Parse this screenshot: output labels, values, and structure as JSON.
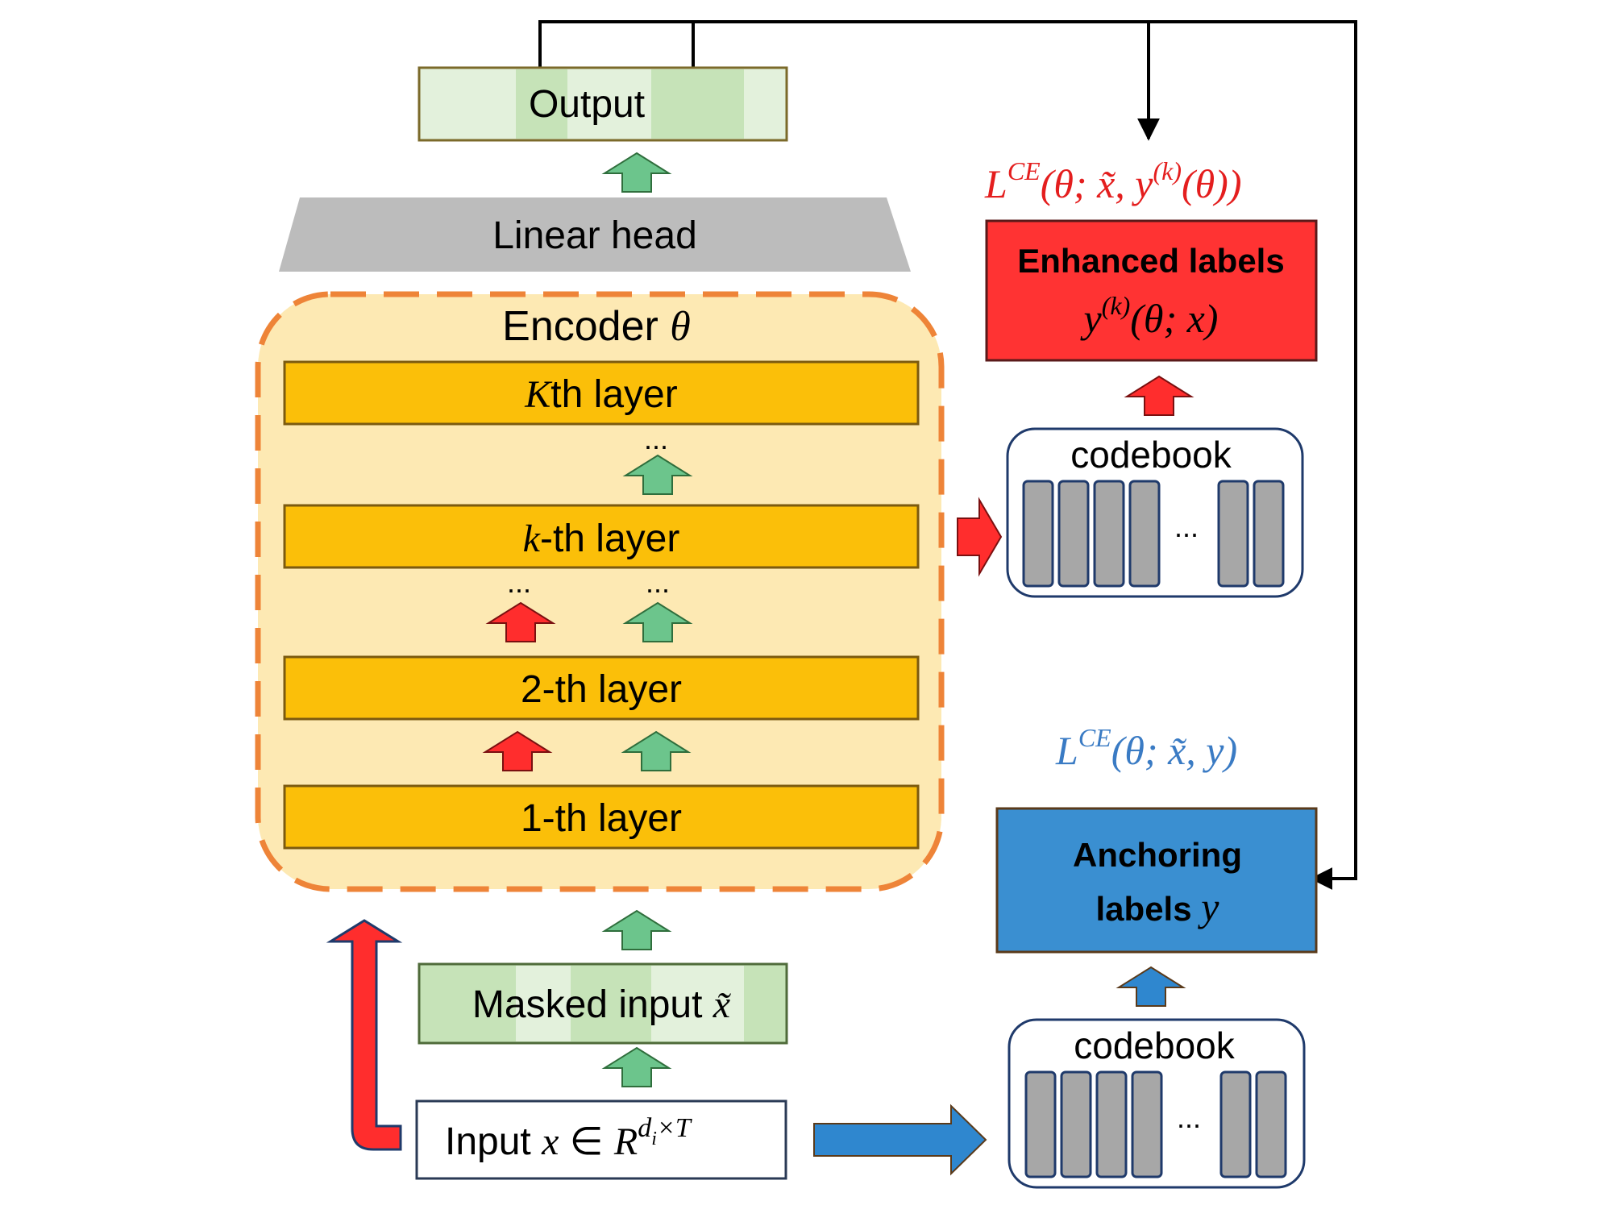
{
  "output": {
    "label": "Output"
  },
  "linear_head": {
    "label": "Linear head"
  },
  "encoder": {
    "title_text": "Encoder",
    "title_symbol": "θ",
    "layer_k_upper": {
      "symbol": "K",
      "text": "th layer"
    },
    "layer_k_lower": {
      "symbol": "k",
      "text": "-th layer"
    },
    "layer_2": {
      "text": "2-th layer"
    },
    "layer_1": {
      "text": "1-th layer"
    },
    "ellipsis": "..."
  },
  "masked_input": {
    "text": "Masked input",
    "symbol": "x̃"
  },
  "input": {
    "text": "Input",
    "symbol": "x",
    "op": "∈",
    "space": "R",
    "sup": "d",
    "sub": "i",
    "sup2": "×T"
  },
  "enhanced": {
    "loss": {
      "L": "L",
      "sup": "CE",
      "body1": "(θ; x̃, y",
      "ksup": "(k)",
      "body2": "(θ))"
    },
    "title": "Enhanced labels",
    "formula": {
      "y": "y",
      "ksup": "(k)",
      "body": "(θ; x)"
    }
  },
  "anchoring": {
    "loss": {
      "L": "L",
      "sup": "CE",
      "body": "(θ; x̃, y)"
    },
    "title_line1": "Anchoring",
    "title_line2": "labels",
    "symbol": "y"
  },
  "codebook_top": {
    "label": "codebook",
    "ellipsis": "..."
  },
  "codebook_bottom": {
    "label": "codebook",
    "ellipsis": "..."
  },
  "colors": {
    "green_arrow": "#6cc58c",
    "red_arrow": "#ff2d2d",
    "blue_arrow": "#2f87cf",
    "encoder_fill": "#fde9b3",
    "encoder_border": "#ee8438",
    "layer_fill": "#fbbf09",
    "enhanced_fill": "#ff3333",
    "anchoring_fill": "#3a8fd1",
    "loss_red": "#e41e1e",
    "loss_blue": "#3a7bc4",
    "codebook_bar": "#a7a7a7",
    "linear_head": "#bcbcbc"
  }
}
